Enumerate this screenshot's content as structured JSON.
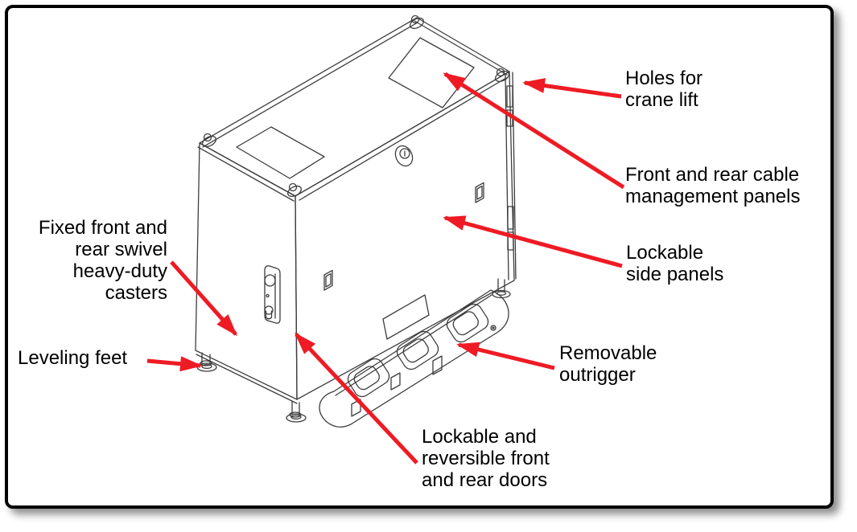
{
  "colors": {
    "background": "#ffffff",
    "frame_border": "#000000",
    "arrow": "#ee1b24",
    "drawing_line": "#3d3d3d",
    "text": "#000000"
  },
  "callouts": [
    {
      "id": "holes-for-crane-lift",
      "text": "Holes for\ncrane lift"
    },
    {
      "id": "front-and-rear-cable-management-panels",
      "text": "Front and rear cable\nmanagement panels"
    },
    {
      "id": "lockable-side-panels",
      "text": "Lockable\nside panels"
    },
    {
      "id": "removable-outrigger",
      "text": "Removable\noutrigger"
    },
    {
      "id": "lockable-and-reversible-front-and-rear-doors",
      "text": "Lockable and\nreversible front\nand rear doors"
    },
    {
      "id": "fixed-front-and-rear-swivel-heavy-duty-casters",
      "text": "Fixed front and\nrear swivel\nheavy-duty\ncasters"
    },
    {
      "id": "leveling-feet",
      "text": "Leveling feet"
    }
  ]
}
